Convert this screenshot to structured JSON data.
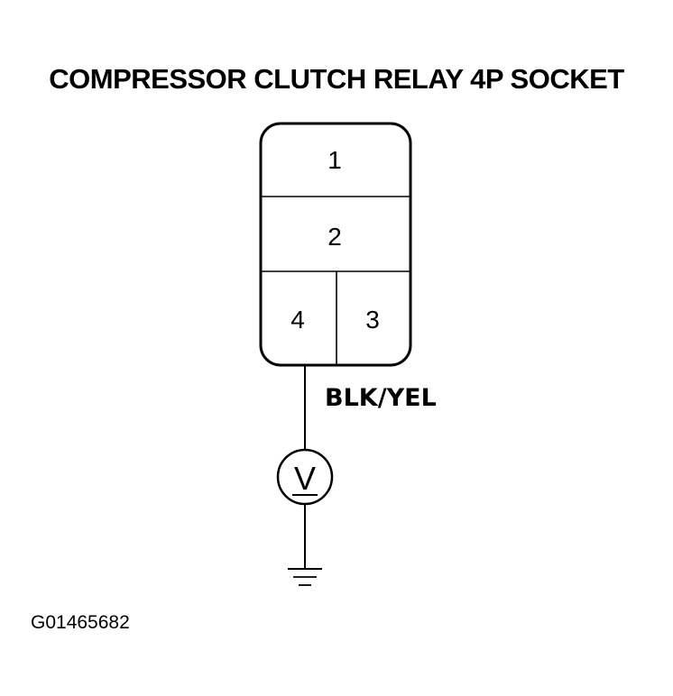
{
  "title": "COMPRESSOR CLUTCH RELAY 4P SOCKET",
  "socket": {
    "pins": [
      {
        "number": "1"
      },
      {
        "number": "2"
      },
      {
        "number": "4"
      },
      {
        "number": "3"
      }
    ]
  },
  "wire": {
    "label": "BLK/YEL"
  },
  "meter": {
    "icon": "voltmeter-icon",
    "symbol": "V"
  },
  "ground": {
    "icon": "ground-icon"
  },
  "figure_id": "G01465682"
}
